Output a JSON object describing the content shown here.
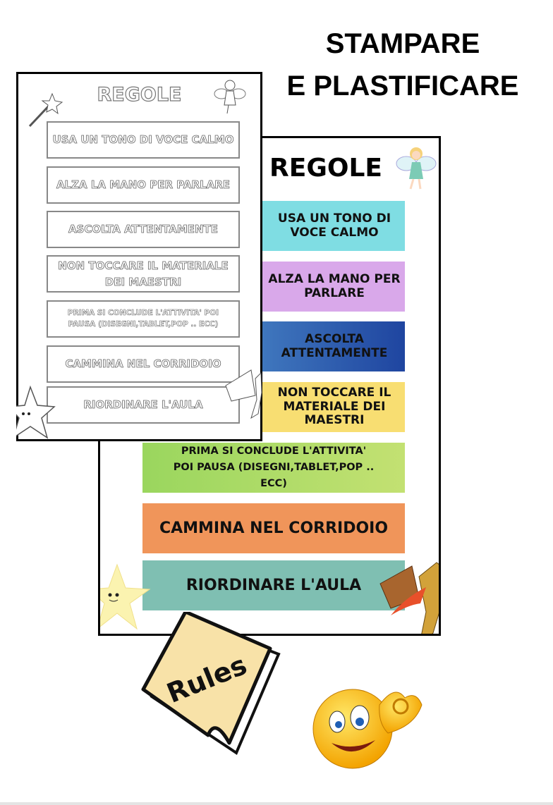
{
  "headline": {
    "line1": "STAMPARE",
    "line2": "E PLASTIFICARE"
  },
  "poster_color": {
    "title": "REGOLE",
    "rules": [
      {
        "text": "USA UN TONO DI VOCE CALMO",
        "color": "#7fdde3"
      },
      {
        "text": "ALZA LA MANO PER PARLARE",
        "color": "#d9a8ea"
      },
      {
        "text": "ASCOLTA ATTENTAMENTE",
        "color": "#2f6fc0"
      },
      {
        "text": "NON TOCCARE IL MATERIALE DEI MAESTRI",
        "color": "#f8de72"
      },
      {
        "text": "PRIMA SI CONCLUDE L'ATTIVITA' POI PAUSA (DISEGNI,TABLET,POP .. ECC)",
        "color": "#a9dc6a"
      },
      {
        "text": "CAMMINA NEL CORRIDOIO",
        "color": "#f0955a"
      },
      {
        "text": "RIORDINARE L'AULA",
        "color": "#7fbfb2"
      }
    ]
  },
  "poster_bw": {
    "title": "REGOLE",
    "rules": [
      "USA UN TONO DI VOCE CALMO",
      "ALZA LA MANO PER PARLARE",
      "ASCOLTA ATTENTAMENTE",
      "NON TOCCARE IL MATERIALE DEI MAESTRI",
      "PRIMA SI CONCLUDE L'ATTIVITA' POI PAUSA (DISEGNI,TABLET,POP .. ECC)",
      "CAMMINA NEL CORRIDOIO",
      "RIORDINARE L'AULA"
    ]
  },
  "rules_note": "Rules"
}
